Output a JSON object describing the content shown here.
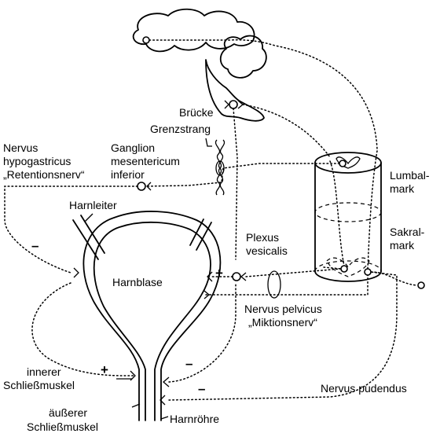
{
  "labels": {
    "bruecke": "Brücke",
    "grenzstrang": "Grenzstrang",
    "nervus_hypo_1": "Nervus",
    "nervus_hypo_2": "hypogastricus",
    "nervus_hypo_3": "„Retentionsnerv“",
    "ganglion_1": "Ganglion",
    "ganglion_2": "mesentericum",
    "ganglion_3": "inferior",
    "harnleiter": "Harnleiter",
    "lumbal_1": "Lumbal-",
    "lumbal_2": "mark",
    "sakral_1": "Sakral-",
    "sakral_2": "mark",
    "plexus_1": "Plexus",
    "plexus_2": "vesicalis",
    "harnblase": "Harnblase",
    "pelvicus_1": "Nervus pelvicus",
    "pelvicus_2": "„Miktionsnerv“",
    "innerer_1": "innerer",
    "innerer_2": "Schließmuskel",
    "aeusserer_1": "äußerer",
    "aeusserer_2": "Schließmuskel",
    "pudendus": "Nervus pudendus",
    "harnroehre": "Harnröhre"
  },
  "signs": {
    "minus_hypo": "–",
    "plus_plexus": "+",
    "plus_inner": "+",
    "minus_inner": "–",
    "minus_pudendus": "–"
  }
}
